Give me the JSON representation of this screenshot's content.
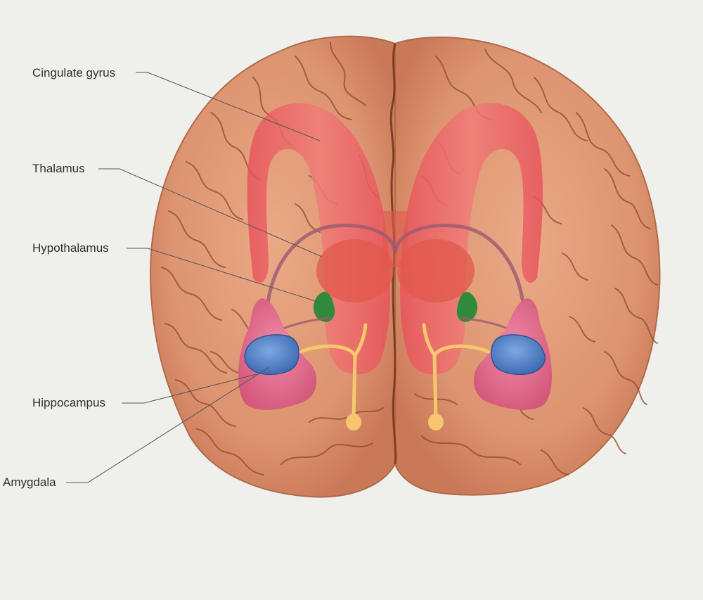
{
  "labels": {
    "cingulate_gyrus": "Cingulate gyrus",
    "thalamus": "Thalamus",
    "hypothalamus": "Hypothalamus",
    "hippocampus": "Hippocampus",
    "amygdala": "Amygdala"
  },
  "colors": {
    "background": "#eff0ec",
    "brain_surface": "#e5a17c",
    "sulcus_line": "#8e4a30",
    "cingulate_gyrus": "#ec6a66",
    "thalamus": "#e2584c",
    "hypothalamus": "#2f8a3c",
    "hippocampus": "#e0708f",
    "amygdala": "#4f7fc4",
    "fornix": "#f6c76e",
    "leader_line": "#555555"
  }
}
